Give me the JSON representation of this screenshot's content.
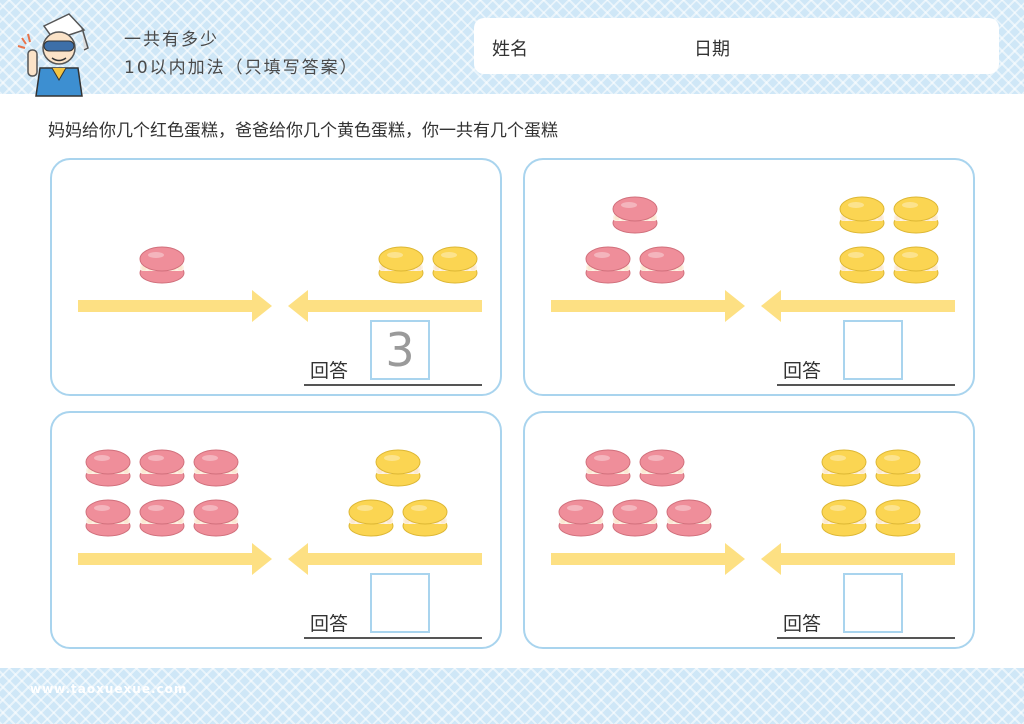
{
  "header": {
    "title_line1": "一共有多少",
    "title_line2": "10以内加法（只填写答案）",
    "name_label": "姓名",
    "date_label": "日期"
  },
  "instruction": "妈妈给你几个红色蛋糕，爸爸给你几个黄色蛋糕，你一共有几个蛋糕",
  "colors": {
    "red_macaron": "#ef8e9a",
    "yellow_macaron": "#fbd552",
    "arrow": "#fde083",
    "panel_border": "#a9d4ee"
  },
  "panels": [
    {
      "answer_label": "回答",
      "red_count": 1,
      "yellow_count": 2,
      "answer": "3"
    },
    {
      "answer_label": "回答",
      "red_count": 3,
      "yellow_count": 4,
      "answer": ""
    },
    {
      "answer_label": "回答",
      "red_count": 6,
      "yellow_count": 3,
      "answer": ""
    },
    {
      "answer_label": "回答",
      "red_count": 5,
      "yellow_count": 4,
      "answer": ""
    }
  ],
  "footer": {
    "url": "www.taoxuexue.com"
  }
}
